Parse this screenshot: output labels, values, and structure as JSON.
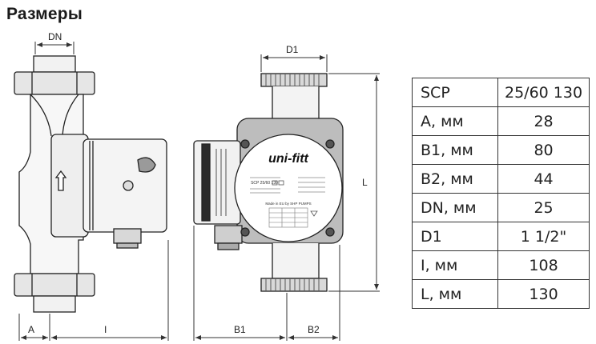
{
  "title": "Размеры",
  "labels": {
    "dn": "DN",
    "d1": "D1",
    "a": "A",
    "i": "I",
    "b1": "B1",
    "b2": "B2",
    "l": "L"
  },
  "pump_face": {
    "brand": "uni-fitt",
    "model": "SCP 25/60 130",
    "made_in": "Made in EU by SHP PUMPS"
  },
  "specs": [
    {
      "key": "SCP",
      "value": "25/60 130"
    },
    {
      "key": "A, мм",
      "value": "28"
    },
    {
      "key": "B1, мм",
      "value": "80"
    },
    {
      "key": "B2, мм",
      "value": "44"
    },
    {
      "key": "DN, мм",
      "value": "25"
    },
    {
      "key": "D1",
      "value": "1 1/2\""
    },
    {
      "key": "I, мм",
      "value": "108"
    },
    {
      "key": "L, мм",
      "value": "130"
    }
  ]
}
